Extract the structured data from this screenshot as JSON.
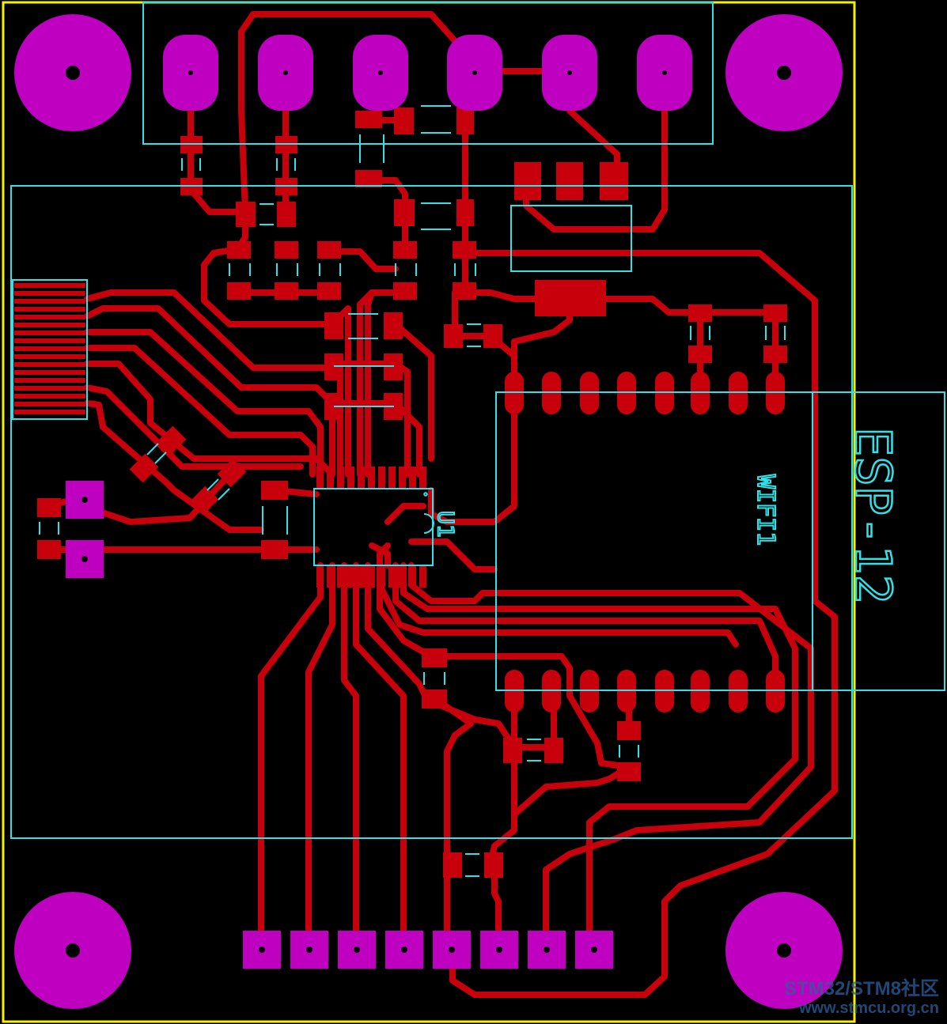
{
  "colors": {
    "background": "#000000",
    "board_outline": "#f2f200",
    "copper": "#c8000c",
    "multilayer_pad": "#c000c0",
    "silkscreen": "#33e0e6"
  },
  "labels": {
    "module_name": "ESP-12",
    "module_designator": "WIFI1",
    "ic_designator": "U1"
  },
  "watermark": {
    "line1": "STM32/STM8社区",
    "line2": "www.stmcu.org.cn"
  }
}
